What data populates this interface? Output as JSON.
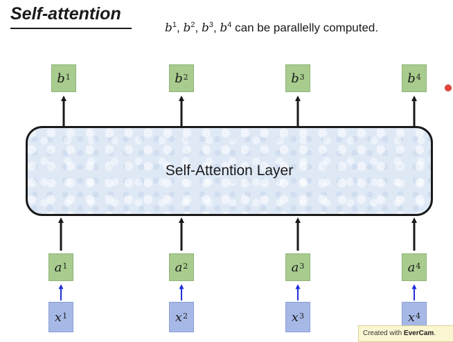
{
  "title": "Self-attention",
  "caption": {
    "vars": [
      "b",
      "b",
      "b",
      "b"
    ],
    "sups": [
      "1",
      "2",
      "3",
      "4"
    ],
    "text": " can be parallelly computed."
  },
  "layer_label": "Self-Attention Layer",
  "outputs": [
    {
      "var": "b",
      "sup": "1"
    },
    {
      "var": "b",
      "sup": "2"
    },
    {
      "var": "b",
      "sup": "3"
    },
    {
      "var": "b",
      "sup": "4"
    }
  ],
  "hidden": [
    {
      "var": "a",
      "sup": "1"
    },
    {
      "var": "a",
      "sup": "2"
    },
    {
      "var": "a",
      "sup": "3"
    },
    {
      "var": "a",
      "sup": "4"
    }
  ],
  "inputs": [
    {
      "var": "x",
      "sup": "1"
    },
    {
      "var": "x",
      "sup": "2"
    },
    {
      "var": "x",
      "sup": "3"
    },
    {
      "var": "x",
      "sup": "4"
    }
  ],
  "colors": {
    "green_box": "#a8cc8e",
    "blue_box": "#a6b8e6",
    "blue_arrow": "#1f2fd6",
    "black_arrow": "#1a1a1a",
    "layer_fill": "#dfe9f6"
  },
  "watermark": {
    "prefix": "Created with ",
    "brand": "EverCam",
    "suffix": "."
  }
}
